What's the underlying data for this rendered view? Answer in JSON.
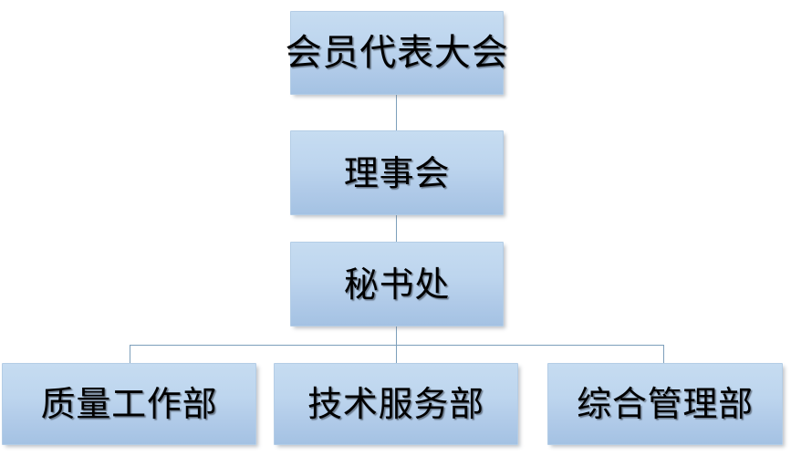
{
  "diagram": {
    "type": "organization-chart",
    "title": "",
    "colors": {
      "box_fill_top": "#c6dcf1",
      "box_fill_bottom": "#a4c2e3",
      "box_border": "#b4cde6",
      "connector": "#7d9fbb",
      "text": "#000000",
      "background": "#ffffff"
    },
    "nodes": {
      "assembly": {
        "label": "会员代表大会",
        "level": 1
      },
      "council": {
        "label": "理事会",
        "level": 2
      },
      "secretariat": {
        "label": "秘书处",
        "level": 3
      },
      "dept_quality": {
        "label": "质量工作部",
        "level": 4
      },
      "dept_technical": {
        "label": "技术服务部",
        "level": 4
      },
      "dept_general": {
        "label": "综合管理部",
        "level": 4
      }
    },
    "edges": [
      {
        "from": "assembly",
        "to": "council"
      },
      {
        "from": "council",
        "to": "secretariat"
      },
      {
        "from": "secretariat",
        "to": "dept_quality"
      },
      {
        "from": "secretariat",
        "to": "dept_technical"
      },
      {
        "from": "secretariat",
        "to": "dept_general"
      }
    ]
  }
}
